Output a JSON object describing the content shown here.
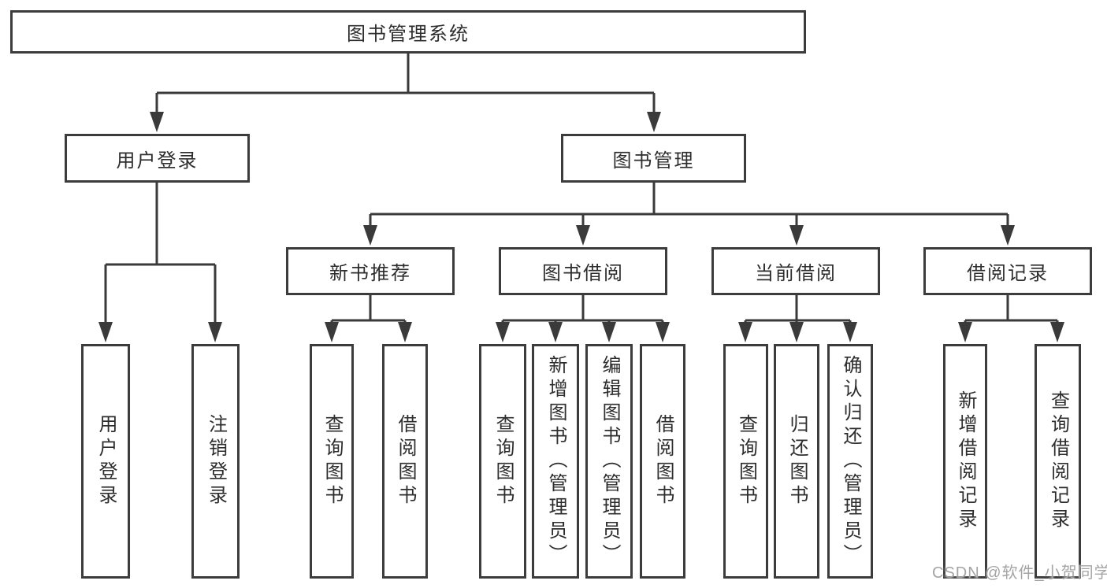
{
  "diagram": {
    "title": "图书管理系统",
    "tree": {
      "label": "图书管理系统",
      "children": [
        {
          "label": "用户登录",
          "children": [
            {
              "label": "用户登录"
            },
            {
              "label": "注销登录"
            }
          ]
        },
        {
          "label": "图书管理",
          "children": [
            {
              "label": "新书推荐",
              "children": [
                {
                  "label": "查询图书"
                },
                {
                  "label": "借阅图书"
                }
              ]
            },
            {
              "label": "图书借阅",
              "children": [
                {
                  "label": "查询图书"
                },
                {
                  "label": "新增图书（管理员）"
                },
                {
                  "label": "编辑图书（管理员）"
                },
                {
                  "label": "借阅图书"
                }
              ]
            },
            {
              "label": "当前借阅",
              "children": [
                {
                  "label": "查询图书"
                },
                {
                  "label": "归还图书"
                },
                {
                  "label": "确认归还（管理员）"
                }
              ]
            },
            {
              "label": "借阅记录",
              "children": [
                {
                  "label": "新增借阅记录"
                },
                {
                  "label": "查询借阅记录"
                }
              ]
            }
          ]
        }
      ]
    },
    "colors": {
      "line": "#3a3a3a",
      "box_border": "#3c3c3c",
      "text": "#2d2d2d",
      "background": "#ffffff",
      "watermark": "#a4a4a4"
    }
  },
  "watermark": {
    "text": "CSDN @软件_小贺同学"
  }
}
